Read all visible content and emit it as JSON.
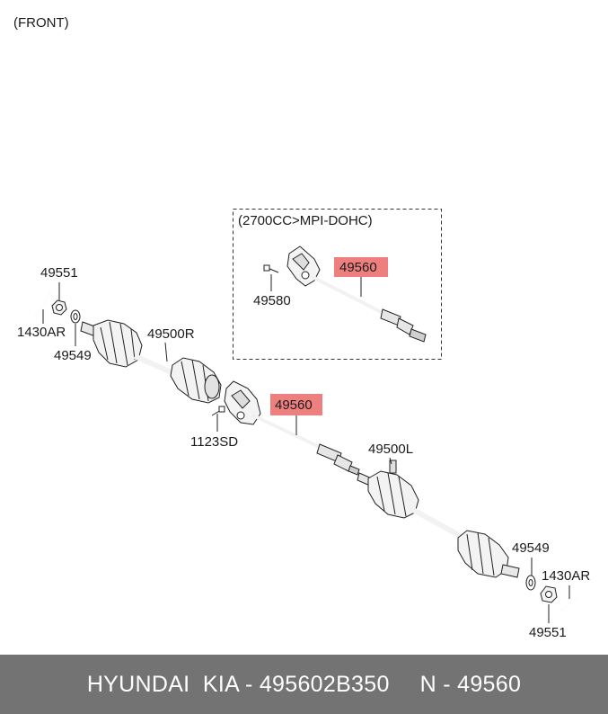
{
  "diagram": {
    "view_label": "(FRONT)",
    "option_label": "(2700CC>MPI-DOHC)",
    "labels": {
      "nut_top": "49551",
      "pin_top": "1430AR",
      "washer_top": "49549",
      "shaft_right": "49500R",
      "shaft_inner_option": "49560",
      "bolt_option": "49580",
      "shaft_inner": "49560",
      "bolt": "1123SD",
      "shaft_left": "49500L",
      "washer_bottom": "49549",
      "pin_bottom": "1430AR",
      "nut_bottom": "49551"
    }
  },
  "footer": {
    "brand": "HYUNDAI  KIA - 495602B350",
    "part_ref": "N - 49560"
  },
  "colors": {
    "highlight": "#ee7f7f",
    "footer_bg": "#737373"
  }
}
